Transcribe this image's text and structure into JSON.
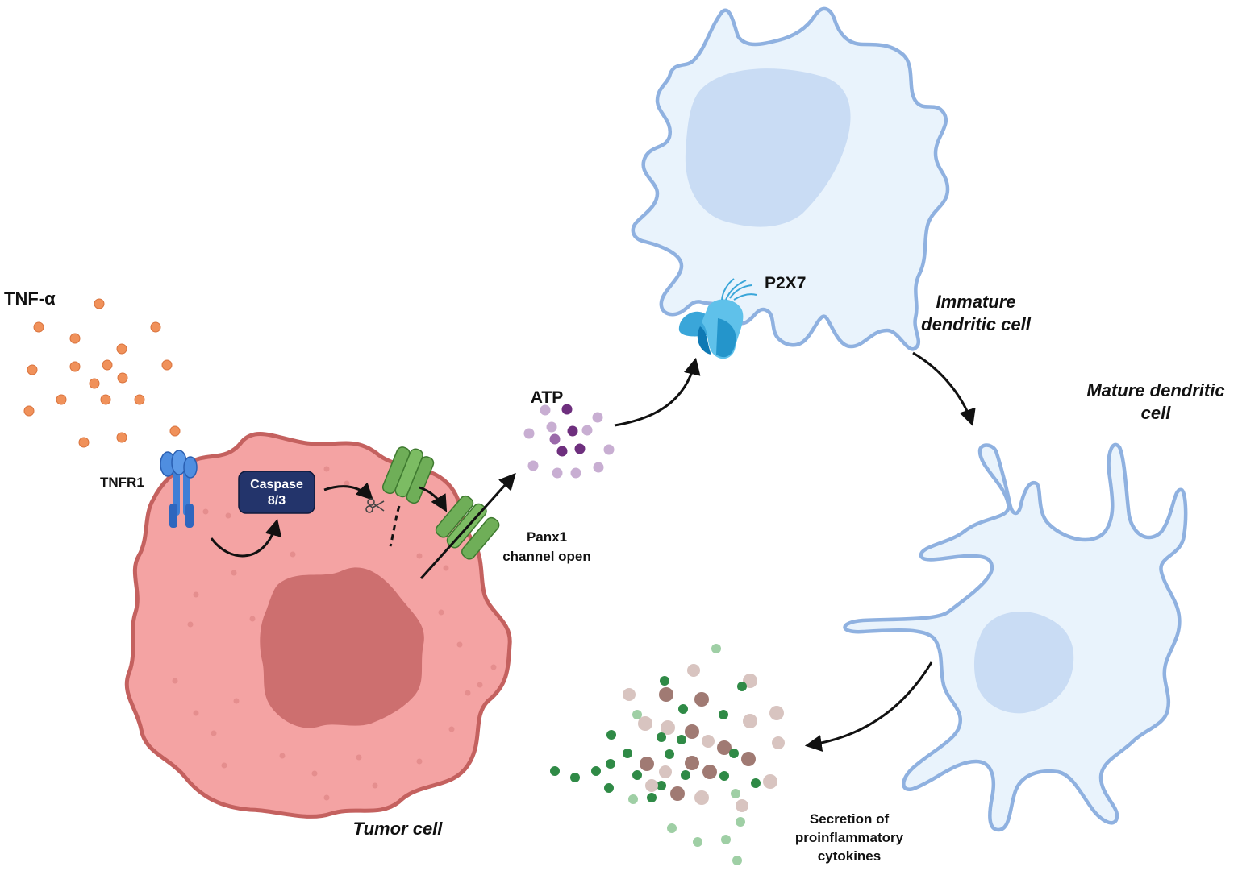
{
  "labels": {
    "tnf_alpha": "TNF-α",
    "tnfr1": "TNFR1",
    "caspase_line1": "Caspase",
    "caspase_line2": "8/3",
    "panx1_line1": "Panx1",
    "panx1_line2": "channel open",
    "atp": "ATP",
    "p2x7": "P2X7",
    "immature_line1": "Immature",
    "immature_line2": "dendritic cell",
    "mature_line1": "Mature dendritic",
    "mature_line2": "cell",
    "tumor_cell": "Tumor cell",
    "secretion_line1": "Secretion of",
    "secretion_line2": "proinflammatory",
    "secretion_line3": "cytokines"
  },
  "colors": {
    "tnf_dot": "#f0915a",
    "tumor_fill": "#f4a3a3",
    "tumor_outline": "#c4615f",
    "tumor_nucleus": "#cd6f6f",
    "receptor_blue": "#3f7fd6",
    "caspase_box": "#23346b",
    "panx1_green": "#6fae58",
    "atp_light": "#c8aed2",
    "atp_dark": "#6e2f7e",
    "dc_fill": "#e9f3fc",
    "dc_outline": "#8fb1e0",
    "dc_nucleus": "#c9dcf4",
    "p2x7_blue": "#3aa6d9",
    "cytokine_green": "#2f8a46",
    "cytokine_brown": "#a07a73",
    "arrow": "#111111"
  },
  "icons": [
    "scissors-icon",
    "arrow-icon"
  ]
}
